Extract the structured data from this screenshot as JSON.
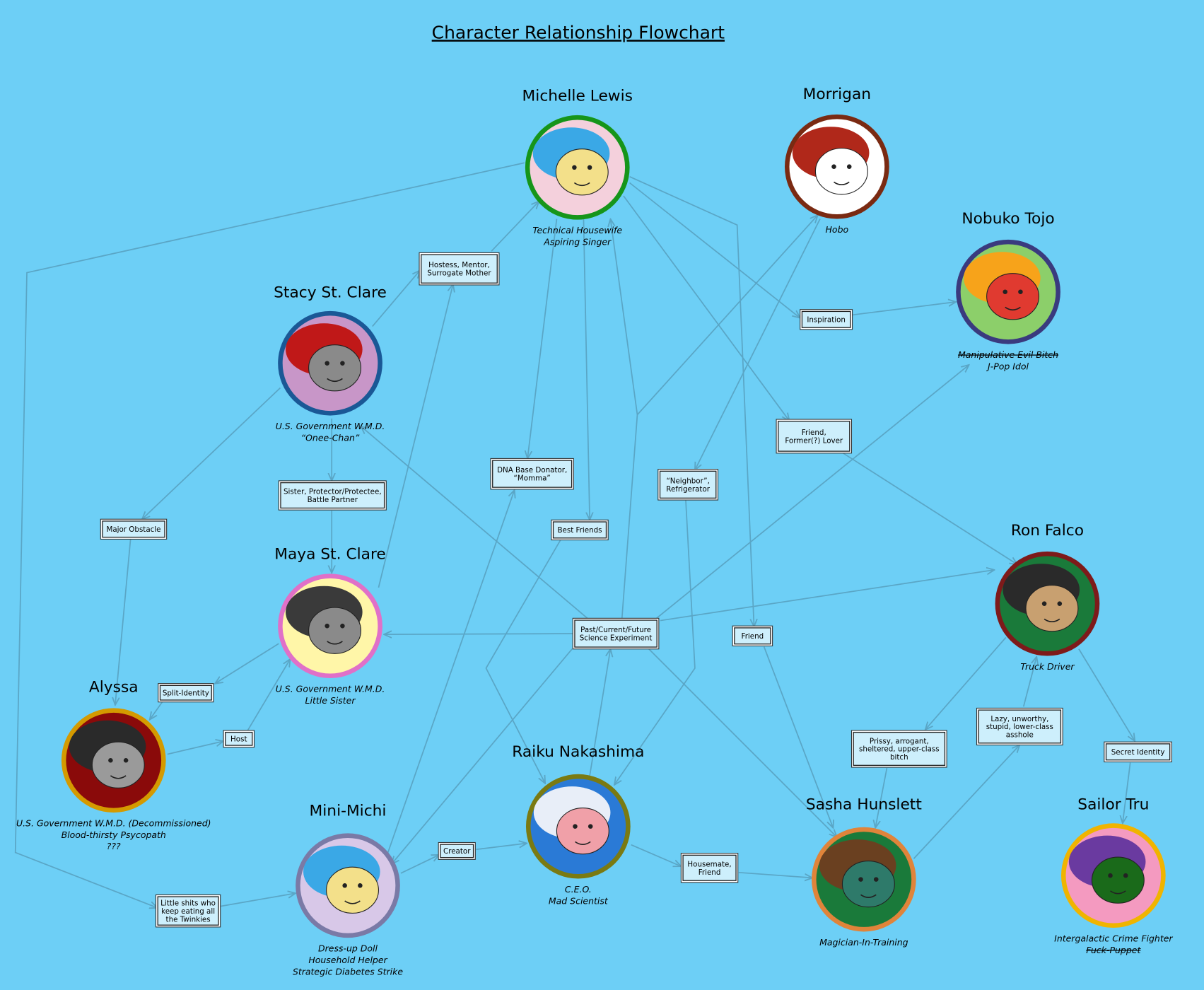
{
  "title": "Character Relationship Flowchart",
  "colors": {
    "background": "#6dcff6",
    "edge": "#5aa6c6",
    "label_fill": "#cdeffc"
  },
  "characters": [
    {
      "id": "michelle",
      "name": "Michelle Lewis",
      "subtitle": [
        {
          "text": "Technical Housewife"
        },
        {
          "text": "Aspiring Singer"
        }
      ],
      "ring": "#16951a",
      "bg": "#f4d0dc",
      "face": "#f3e08a",
      "hair": "#3aa8e6"
    },
    {
      "id": "morrigan",
      "name": "Morrigan",
      "subtitle": [
        {
          "text": "Hobo"
        }
      ],
      "ring": "#7a2a12",
      "bg": "#ffffff",
      "face": "#ffffff",
      "hair": "#b0281a"
    },
    {
      "id": "nobuko",
      "name": "Nobuko Tojo",
      "subtitle": [
        {
          "text": "Manipulative Evil Bitch",
          "struck": true
        },
        {
          "text": "J-Pop Idol"
        }
      ],
      "ring": "#3a3a7e",
      "bg": "#8ccf6a",
      "face": "#e03a30",
      "hair": "#f7a31a"
    },
    {
      "id": "stacy",
      "name": "Stacy St. Clare",
      "subtitle": [
        {
          "text": "U.S. Government W.M.D."
        },
        {
          "text": "“Onee-Chan”"
        }
      ],
      "ring": "#1a5896",
      "bg": "#c896c8",
      "face": "#8a8a8a",
      "hair": "#c01818"
    },
    {
      "id": "maya",
      "name": "Maya St. Clare",
      "subtitle": [
        {
          "text": "U.S. Government W.M.D."
        },
        {
          "text": "Little Sister"
        }
      ],
      "ring": "#e070c8",
      "bg": "#fff6a8",
      "face": "#8a8a8a",
      "hair": "#3a3a3a"
    },
    {
      "id": "ron",
      "name": "Ron Falco",
      "subtitle": [
        {
          "text": "Truck Driver"
        }
      ],
      "ring": "#7e1a1a",
      "bg": "#1a7a3a",
      "face": "#c8a070",
      "hair": "#2a2a2a"
    },
    {
      "id": "alyssa",
      "name": "Alyssa",
      "subtitle": [
        {
          "text": "U.S. Government W.M.D. (Decommissioned)"
        },
        {
          "text": "Blood-thirsty Psycopath"
        },
        {
          "text": "???"
        }
      ],
      "ring": "#d49a00",
      "bg": "#8a0a0a",
      "face": "#9a9a9a",
      "hair": "#2a2a2a"
    },
    {
      "id": "minimichi",
      "name": "Mini-Michi",
      "subtitle": [
        {
          "text": "Dress-up Doll"
        },
        {
          "text": "Household Helper"
        },
        {
          "text": "Strategic Diabetes Strike"
        }
      ],
      "ring": "#7a7aa6",
      "bg": "#d8c8e8",
      "face": "#f3e08a",
      "hair": "#3aa8e6"
    },
    {
      "id": "raiku",
      "name": "Raiku Nakashima",
      "subtitle": [
        {
          "text": "C.E.O."
        },
        {
          "text": "Mad Scientist"
        }
      ],
      "ring": "#7a7a12",
      "bg": "#2a7ad6",
      "face": "#f0a0a8",
      "hair": "#e8eef8"
    },
    {
      "id": "sasha",
      "name": "Sasha Hunslett",
      "subtitle": [
        {
          "text": "Magician-In-Training"
        }
      ],
      "ring": "#e0843a",
      "bg": "#1a7a3a",
      "face": "#2e7a6a",
      "hair": "#6a4020"
    },
    {
      "id": "sailor",
      "name": "Sailor Tru",
      "subtitle": [
        {
          "text": "Intergalactic Crime Fighter"
        },
        {
          "text": "Fuck-Puppet",
          "struck": true
        }
      ],
      "ring": "#f0b400",
      "bg": "#f49ac0",
      "face": "#1a6a1a",
      "hair": "#6a3aa0"
    }
  ],
  "labels": [
    {
      "id": "hostess",
      "lines": [
        "Hostess, Mentor,",
        "Surrogate Mother"
      ]
    },
    {
      "id": "inspiration",
      "lines": [
        "Inspiration"
      ]
    },
    {
      "id": "friendlover",
      "lines": [
        "Friend,",
        "Former(?) Lover"
      ]
    },
    {
      "id": "sister",
      "lines": [
        "Sister, Protector/Protectee,",
        "Battle Partner"
      ]
    },
    {
      "id": "dna",
      "lines": [
        "DNA Base Donator,",
        "“Momma”"
      ]
    },
    {
      "id": "neighbor",
      "lines": [
        "“Neighbor”,",
        "Refrigerator"
      ]
    },
    {
      "id": "bestfriends",
      "lines": [
        "Best Friends"
      ]
    },
    {
      "id": "major",
      "lines": [
        "Major Obstacle"
      ]
    },
    {
      "id": "experiment",
      "lines": [
        "Past/Current/Future",
        "Science Experiment"
      ]
    },
    {
      "id": "friend",
      "lines": [
        "Friend"
      ]
    },
    {
      "id": "split",
      "lines": [
        "Split-Identity"
      ]
    },
    {
      "id": "host",
      "lines": [
        "Host"
      ]
    },
    {
      "id": "prissy",
      "lines": [
        "Prissy, arrogant,",
        "sheltered, upper-class",
        "bitch"
      ]
    },
    {
      "id": "lazy",
      "lines": [
        "Lazy, unworthy,",
        "stupid, lower-class",
        "asshole"
      ]
    },
    {
      "id": "secret",
      "lines": [
        "Secret Identity"
      ]
    },
    {
      "id": "creator",
      "lines": [
        "Creator"
      ]
    },
    {
      "id": "housemate",
      "lines": [
        "Housemate,",
        "Friend"
      ]
    },
    {
      "id": "littleshits",
      "lines": [
        "Little shits who",
        "keep eating all",
        "the Twinkies"
      ]
    }
  ]
}
